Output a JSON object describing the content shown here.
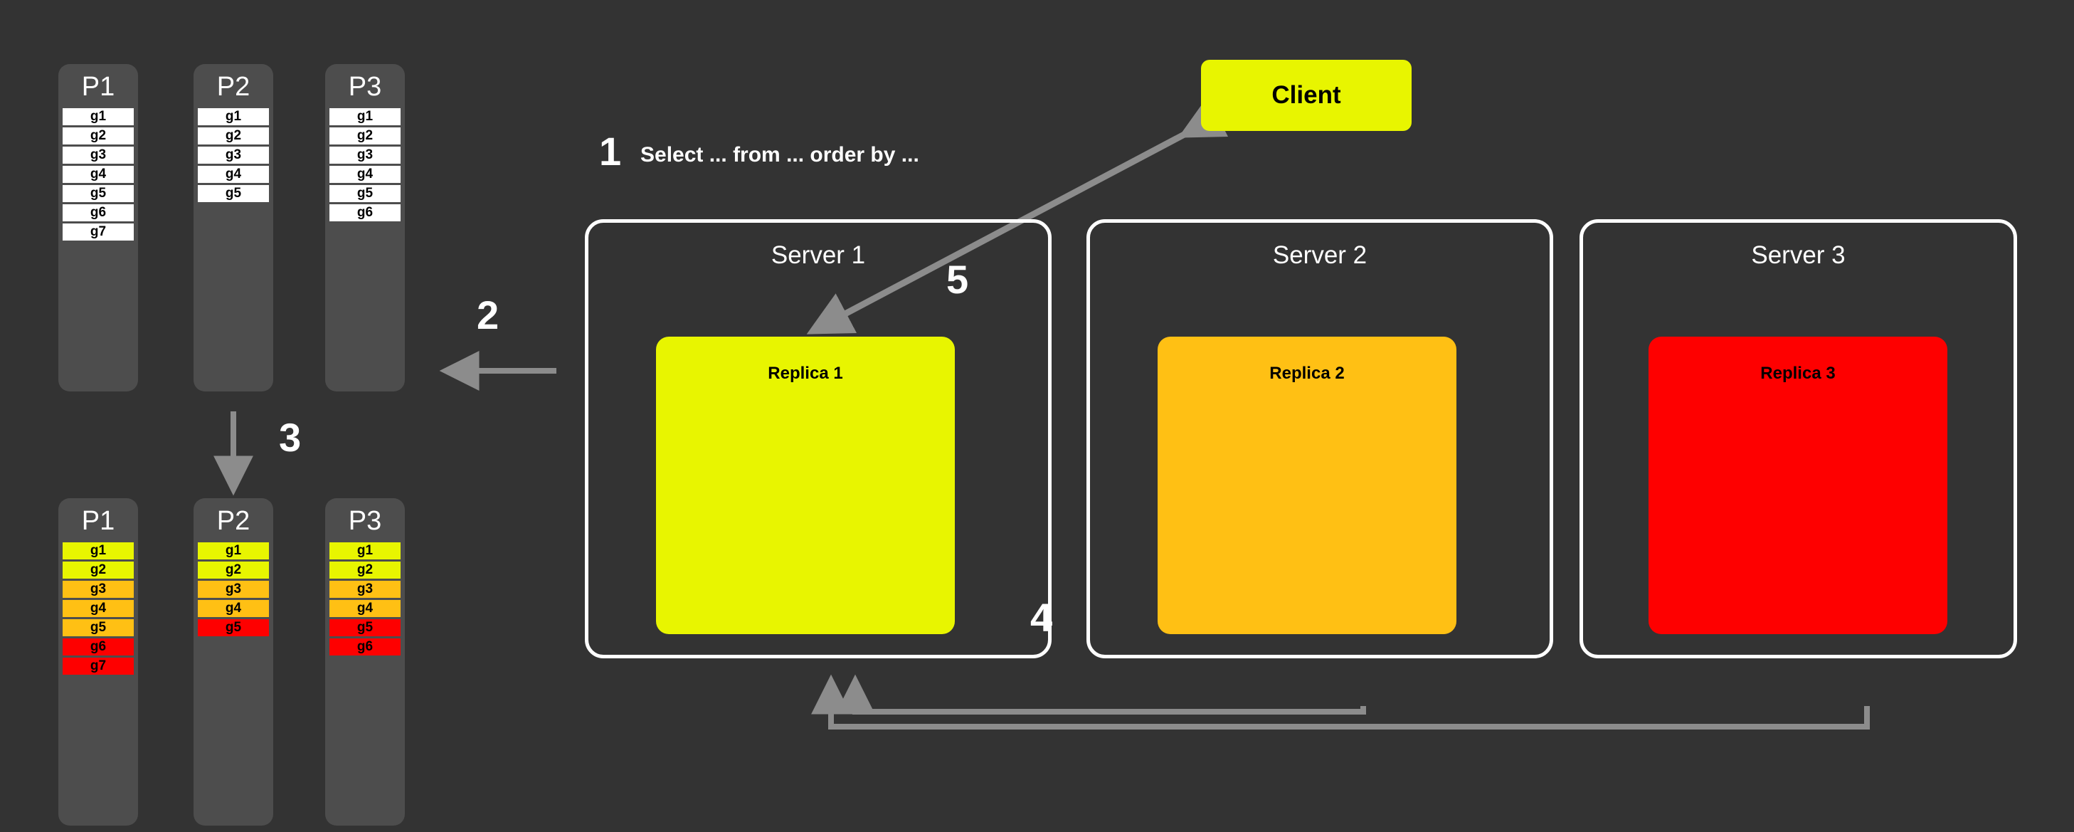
{
  "background_color": "#333333",
  "colors": {
    "panel": "#4d4d4d",
    "white": "#ffffff",
    "yellow": "#e8f500",
    "amber": "#ffc014",
    "red": "#fe0000",
    "arrow": "#8c8c8c"
  },
  "steps": {
    "one": "1",
    "two": "2",
    "three": "3",
    "four": "4",
    "five": "5"
  },
  "query": {
    "text": "Select ... from ... order by ..."
  },
  "client": {
    "label": "Client"
  },
  "partitions_before": {
    "title_prefix": "P",
    "columns": [
      {
        "name": "P1",
        "cells": [
          {
            "label": "g1",
            "color": "white"
          },
          {
            "label": "g2",
            "color": "white"
          },
          {
            "label": "g3",
            "color": "white"
          },
          {
            "label": "g4",
            "color": "white"
          },
          {
            "label": "g5",
            "color": "white"
          },
          {
            "label": "g6",
            "color": "white"
          },
          {
            "label": "g7",
            "color": "white"
          }
        ]
      },
      {
        "name": "P2",
        "cells": [
          {
            "label": "g1",
            "color": "white"
          },
          {
            "label": "g2",
            "color": "white"
          },
          {
            "label": "g3",
            "color": "white"
          },
          {
            "label": "g4",
            "color": "white"
          },
          {
            "label": "g5",
            "color": "white"
          }
        ]
      },
      {
        "name": "P3",
        "cells": [
          {
            "label": "g1",
            "color": "white"
          },
          {
            "label": "g2",
            "color": "white"
          },
          {
            "label": "g3",
            "color": "white"
          },
          {
            "label": "g4",
            "color": "white"
          },
          {
            "label": "g5",
            "color": "white"
          },
          {
            "label": "g6",
            "color": "white"
          }
        ]
      }
    ]
  },
  "partitions_after": {
    "columns": [
      {
        "name": "P1",
        "cells": [
          {
            "label": "g1",
            "color": "yellow"
          },
          {
            "label": "g2",
            "color": "yellow"
          },
          {
            "label": "g3",
            "color": "amber"
          },
          {
            "label": "g4",
            "color": "amber"
          },
          {
            "label": "g5",
            "color": "amber"
          },
          {
            "label": "g6",
            "color": "red"
          },
          {
            "label": "g7",
            "color": "red"
          }
        ]
      },
      {
        "name": "P2",
        "cells": [
          {
            "label": "g1",
            "color": "yellow"
          },
          {
            "label": "g2",
            "color": "yellow"
          },
          {
            "label": "g3",
            "color": "amber"
          },
          {
            "label": "g4",
            "color": "amber"
          },
          {
            "label": "g5",
            "color": "red"
          }
        ]
      },
      {
        "name": "P3",
        "cells": [
          {
            "label": "g1",
            "color": "yellow"
          },
          {
            "label": "g2",
            "color": "yellow"
          },
          {
            "label": "g3",
            "color": "amber"
          },
          {
            "label": "g4",
            "color": "amber"
          },
          {
            "label": "g5",
            "color": "red"
          },
          {
            "label": "g6",
            "color": "red"
          }
        ]
      }
    ]
  },
  "servers": [
    {
      "title": "Server 1",
      "replica": "Replica 1",
      "replica_color": "yellow"
    },
    {
      "title": "Server 2",
      "replica": "Replica 2",
      "replica_color": "amber"
    },
    {
      "title": "Server 3",
      "replica": "Replica 3",
      "replica_color": "red"
    }
  ]
}
